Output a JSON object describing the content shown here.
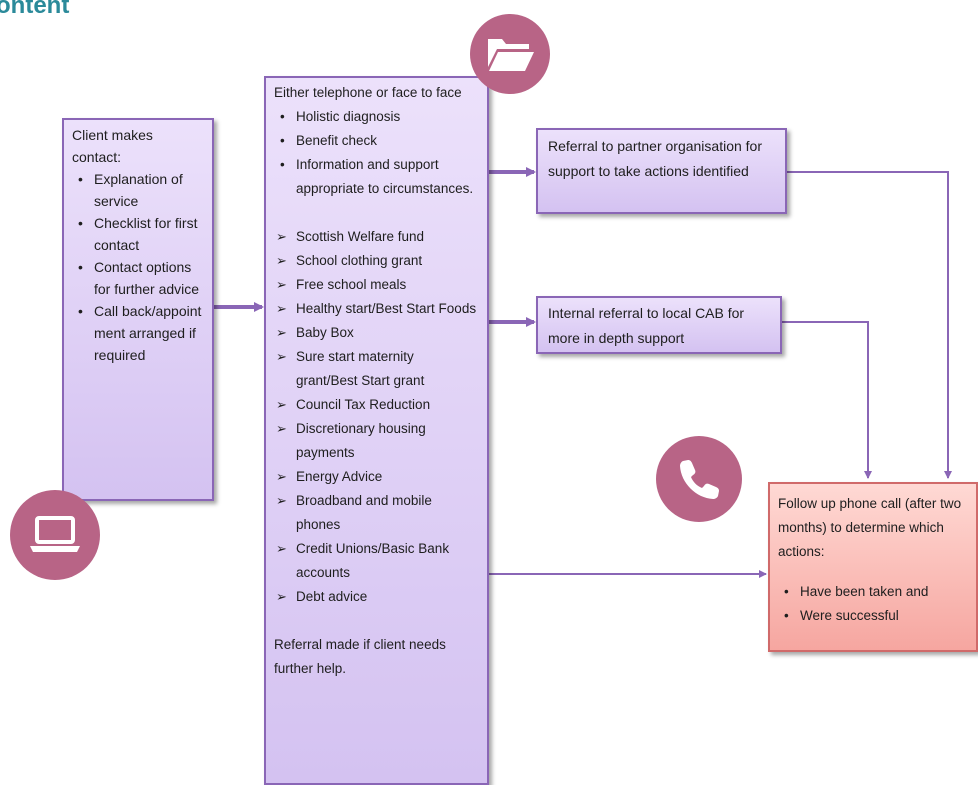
{
  "heading": "ontent",
  "contact_box": {
    "title": "Client makes contact:",
    "items": [
      "Explanation of service",
      "Checklist for first contact",
      "Contact options for further advice",
      "Call back/appoint ment arranged if required"
    ]
  },
  "central_box": {
    "title": "Either telephone or face to face",
    "bullets": [
      "Holistic diagnosis",
      "Benefit check",
      "Information and support appropriate to circumstances."
    ],
    "arrow_items": [
      "Scottish Welfare fund",
      "School clothing grant",
      "Free school meals",
      "Healthy start/Best Start Foods",
      "Baby Box",
      "Sure start maternity grant/Best Start grant",
      "Council Tax Reduction",
      "Discretionary housing payments",
      "Energy Advice",
      "Broadband and mobile phones",
      "Credit Unions/Basic Bank accounts",
      "Debt advice"
    ],
    "footer": "Referral made if client needs further help."
  },
  "partner_box": {
    "text": "Referral to partner organisation for support to take actions identified"
  },
  "internal_box": {
    "text": "Internal referral to local CAB for more in depth support"
  },
  "followup_box": {
    "text": "Follow up phone call (after two months) to determine which actions:",
    "items": [
      "Have been taken and",
      "Were successful"
    ]
  },
  "icons": {
    "folder": "folder-icon",
    "laptop": "laptop-icon",
    "phone": "phone-icon"
  },
  "colors": {
    "heading": "#2b8a9a",
    "box_fill": "#d9c9f4",
    "box_border": "#8a66b6",
    "followup_fill": "#fbb6b0",
    "icon_circle": "#b86486",
    "connector": "#8a66b6"
  }
}
